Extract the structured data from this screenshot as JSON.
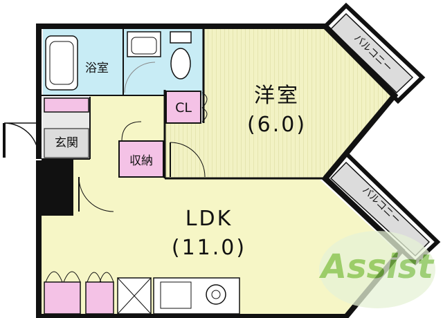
{
  "rooms": {
    "western": {
      "name": "洋室",
      "size": "(6.0)"
    },
    "ldk": {
      "name": "LDK",
      "size": "(11.0)"
    },
    "bath": {
      "name": "浴室"
    },
    "closet": {
      "name": "CL"
    },
    "storage": {
      "name": "収納"
    },
    "entrance": {
      "name": "玄関"
    },
    "balcony_upper": {
      "name": "バルコニー"
    },
    "balcony_lower": {
      "name": "バルコニー"
    }
  },
  "watermark": {
    "text": "Assist"
  },
  "colors": {
    "wall": "#111111",
    "western_floor": "#f2f2c4",
    "ldk_floor": "#f6f6c6",
    "wet_area": "#c8ecf5",
    "closet_pink": "#f4c2e6",
    "balcony_gray": "#d9d9d9",
    "watermark_green": "#7fc04a"
  }
}
